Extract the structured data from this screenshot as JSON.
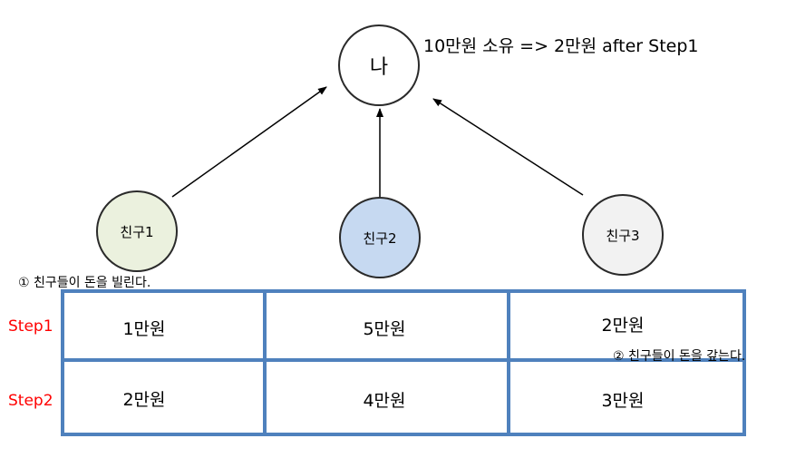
{
  "nodes": {
    "me": "나",
    "friend1": "친구1",
    "friend2": "친구2",
    "friend3": "친구3"
  },
  "ownership_text": "10만원 소유 => 2만원 after Step1",
  "notes": {
    "borrow": "① 친구들이 돈을 빌린다.",
    "repay": "② 친구들이 돈을 갚는다."
  },
  "colors": {
    "friend1_fill": "#ebf1de",
    "friend2_fill": "#c6d9f1",
    "friend3_fill": "#f2f2f2",
    "table_border": "#4f81bd",
    "step_label": "#ff0000"
  },
  "table": {
    "row_labels": [
      "Step1",
      "Step2"
    ],
    "rows": [
      [
        "1만원",
        "5만원",
        "2만원"
      ],
      [
        "2만원",
        "4만원",
        "3만원"
      ]
    ]
  }
}
